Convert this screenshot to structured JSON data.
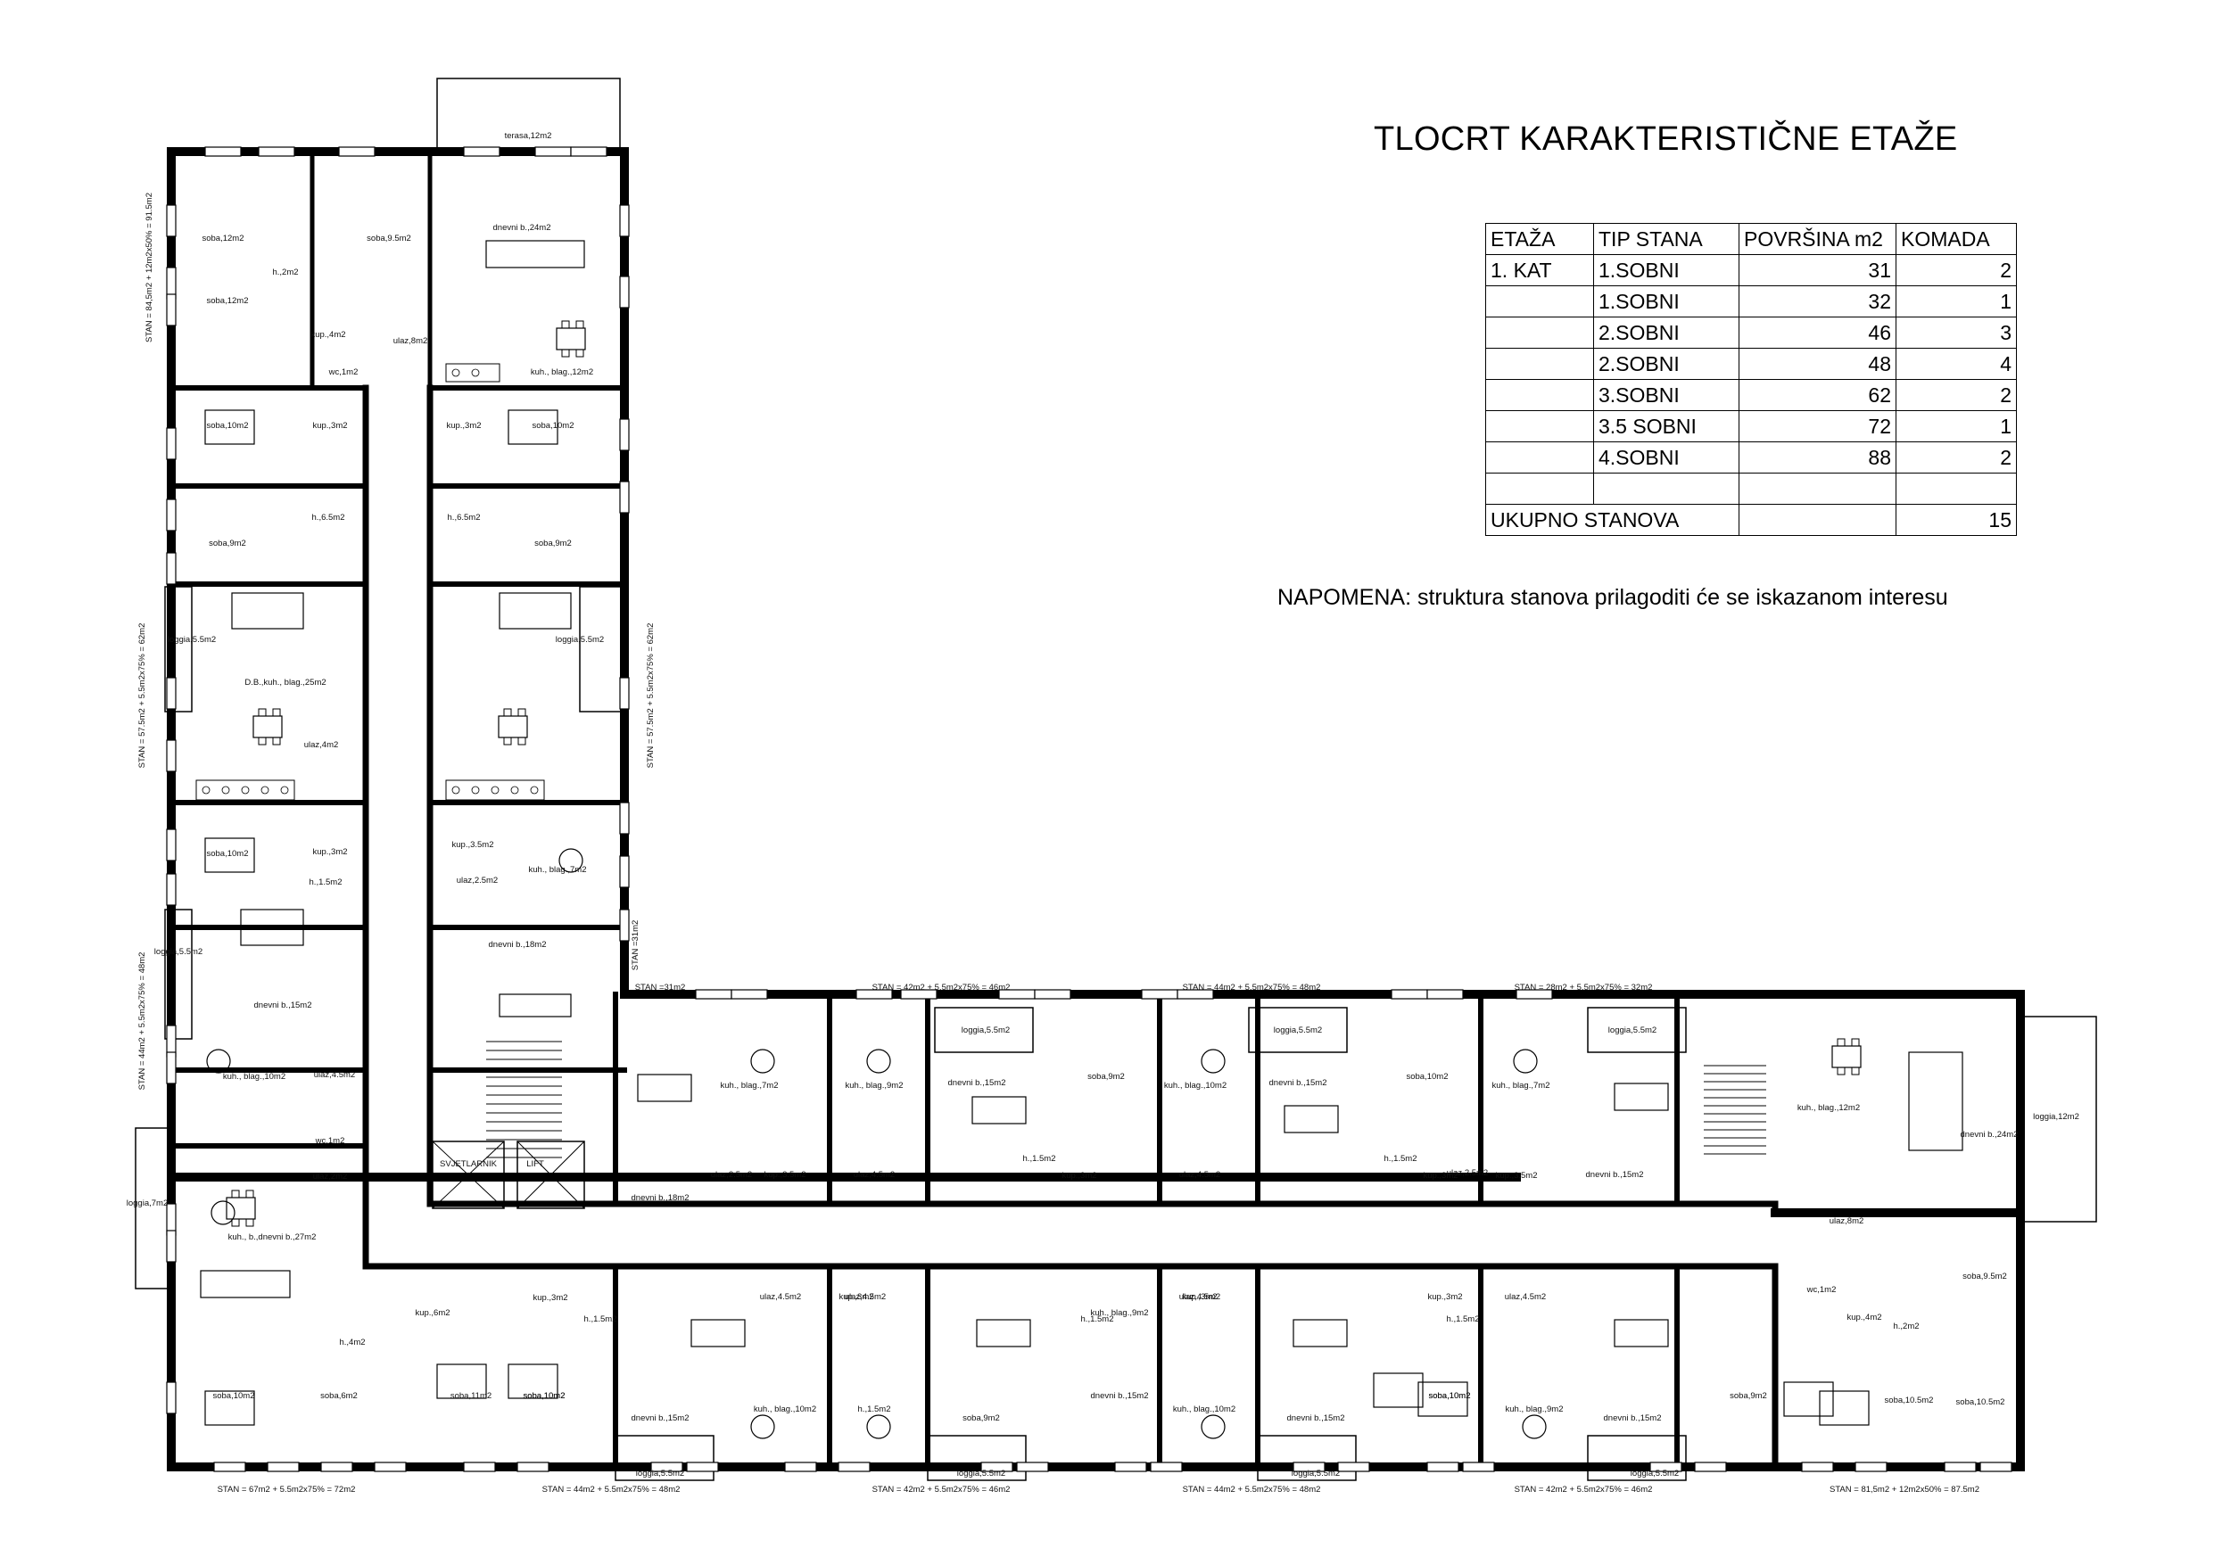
{
  "title": "TLOCRT KARAKTERISTIČNE ETAŽE",
  "note": "NAPOMENA: struktura stanova prilagoditi će se iskazanom interesu",
  "table": {
    "headers": [
      "ETAŽA",
      "TIP STANA",
      "POVRŠINA m2",
      "KOMADA"
    ],
    "rows": [
      [
        "1. KAT",
        "1.SOBNI",
        "31",
        "2"
      ],
      [
        "",
        "1.SOBNI",
        "32",
        "1"
      ],
      [
        "",
        "2.SOBNI",
        "46",
        "3"
      ],
      [
        "",
        "2.SOBNI",
        "48",
        "4"
      ],
      [
        "",
        "3.SOBNI",
        "62",
        "2"
      ],
      [
        "",
        "3.5 SOBNI",
        "72",
        "1"
      ],
      [
        "",
        "4.SOBNI",
        "88",
        "2"
      ],
      [
        "",
        "",
        "",
        ""
      ]
    ],
    "total_label": "UKUPNO STANOVA",
    "total_value": "15"
  },
  "plan": {
    "rooms": [
      "terasa,12m2",
      "soba,12m2",
      "soba,9.5m2",
      "dnevni b.,24m2",
      "h.,2m2",
      "soba,12m2",
      "kup.,4m2",
      "ulaz,8m2",
      "wc,1m2",
      "kuh., blag.,12m2",
      "soba,10m2",
      "kup.,3m2",
      "kup.,3m2",
      "soba,10m2",
      "h.,6.5m2",
      "soba,9m2",
      "h.,6.5m2",
      "soba,9m2",
      "loggia,5.5m2",
      "D.B.,kuh., blag.,25m2",
      "ulaz,4m2",
      "loggia,5.5m2",
      "soba,10m2",
      "kup.,3m2",
      "h.,1.5m2",
      "kup.,3.5m2",
      "kuh., blag.,7m2",
      "ulaz,2.5m2",
      "dnevni b.,18m2",
      "loggia,5.5m2",
      "dnevni b.,15m2",
      "kuh., blag.,10m2",
      "ulaz,4.5m2",
      "wc,1m2",
      "ulaz,2m2",
      "loggia,7m2",
      "kuh., b.,dnevni b.,27m2",
      "h.,4m2",
      "SVJETLARNIK",
      "LIFT",
      "dnevni b.,18m2",
      "kuh., blag.,7m2",
      "ulaz,2.5m2",
      "kup.,3.5m2",
      "kuh., blag.,9m2",
      "ulaz,4.5m2",
      "loggia,5.5m2",
      "dnevni b.,15m2",
      "soba,9m2",
      "h.,1.5m2",
      "kup.,3m2",
      "kuh., blag.,10m2",
      "ulaz,4.5m2",
      "loggia,5.5m2",
      "dnevni b.,15m2",
      "soba,10m2",
      "h.,1.5m2",
      "kup.,3m2",
      "kuh., blag.,7m2",
      "kup.,3.5m2",
      "ulaz,2.5m2",
      "loggia,5.5m2",
      "dnevni b.,15m2",
      "kuh., blag.,12m2",
      "dnevni b.,24m2",
      "loggia,12m2",
      "ulaz,8m2",
      "soba,9.5m2",
      "wc,1m2",
      "kup.,4m2",
      "h.,2m2",
      "soba,10.5m2",
      "soba,10.5m2",
      "kup.,6m2",
      "soba,11m2",
      "soba,10m2",
      "soba,6m2",
      "soba,10m2",
      "kup.,3m2",
      "h.,1.5m2",
      "soba,10m2",
      "ulaz,4.5m2",
      "dnevni b.,15m2",
      "kuh., blag.,10m2",
      "loggia,5.5m2",
      "ulaz,4.5m2",
      "kup.,3m2",
      "kuh., blag.,9m2",
      "dnevni b.,15m2",
      "h.,1.5m2",
      "soba,9m2",
      "loggia,5.5m2",
      "ulaz,4.5m2",
      "kup.,3m2",
      "h.,1.5m2",
      "soba,10m2",
      "kuh., blag.,10m2",
      "dnevni b.,15m2",
      "loggia,5.5m2",
      "ulaz,4.5m2",
      "kup.,3m2",
      "h.,1.5m2",
      "soba,10m2",
      "kuh., blag.,9m2",
      "dnevni b.,15m2",
      "loggia,5.5m2",
      "soba,9m2"
    ],
    "stan_labels": [
      "STAN = 84,5m2 + 12m2x50% = 91.5m2",
      "STAN = 57.5m2 + 5.5m2x75% = 62m2",
      "STAN = 57.5m2 + 5.5m2x75% = 62m2",
      "STAN =31m2",
      "STAN = 44m2 + 5.5m2x75% = 48m2",
      "STAN =31m2",
      "STAN = 42m2 + 5.5m2x75% = 46m2",
      "STAN = 44m2 + 5.5m2x75% = 48m2",
      "STAN = 28m2 + 5.5m2x75% = 32m2",
      "STAN = 67m2 + 5.5m2x75% = 72m2",
      "STAN = 44m2 + 5.5m2x75% = 48m2",
      "STAN = 42m2 + 5.5m2x75% = 46m2",
      "STAN = 44m2 + 5.5m2x75% = 48m2",
      "STAN = 42m2 + 5.5m2x75% = 46m2",
      "STAN = 81,5m2 + 12m2x50% = 87.5m2"
    ]
  }
}
